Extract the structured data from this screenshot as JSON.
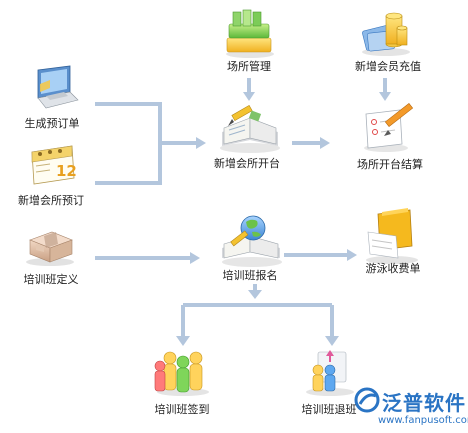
{
  "nodes": {
    "venue_management": "场所管理",
    "new_member_recharge": "新增会员充值",
    "generate_booking": "生成预订单",
    "new_venue_opening": "新增会所开台",
    "venue_settlement": "场所开台结算",
    "new_club_booking": "新增会所预订",
    "training_class_define": "培训班定义",
    "training_class_signup": "培训班报名",
    "swimming_bill": "游泳收费单",
    "training_class_checkin": "培训班签到",
    "training_class_withdraw": "培训班退班"
  },
  "logo": {
    "name": "泛普软件",
    "url": "www.fanpusoft.com"
  },
  "colors": {
    "arrow": "#b3c6dd",
    "logo": "#2a74c4"
  }
}
